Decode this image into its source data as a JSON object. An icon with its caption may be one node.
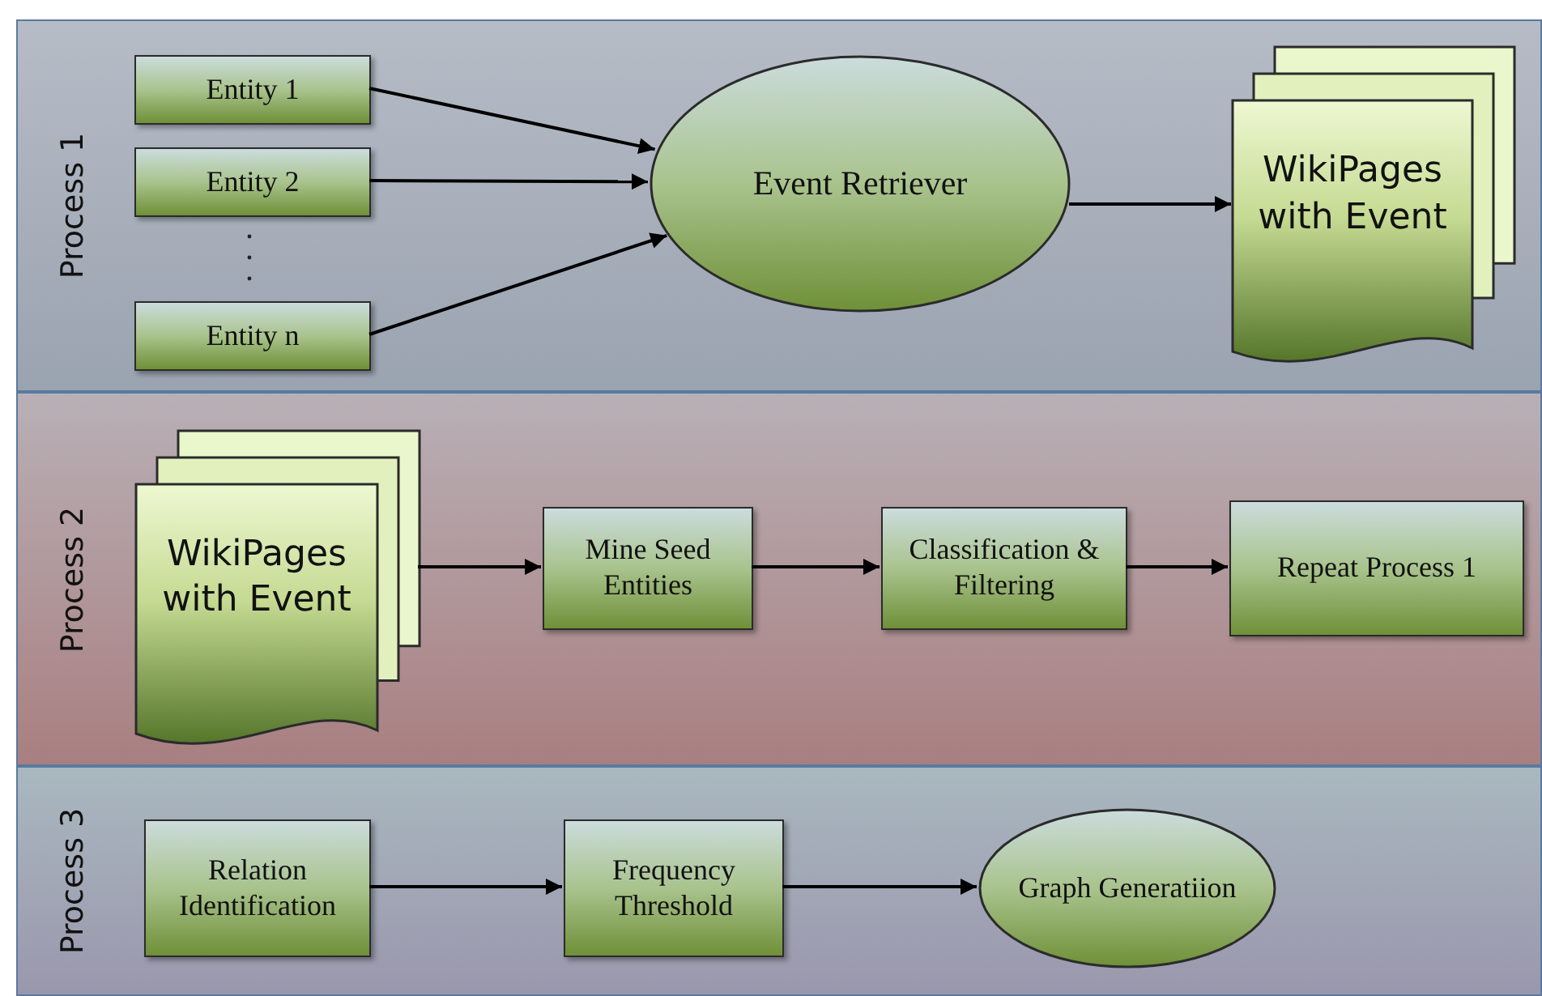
{
  "diagram": {
    "nodes": [
      {
        "text": [
          "Process 1"
        ]
      },
      {
        "text": [
          "Entity 1"
        ],
        "in": 0
      },
      {
        "text": [
          "Entity 2"
        ],
        "in": 0
      },
      {
        "text": [
          "Entity n"
        ],
        "in": 0
      },
      {
        "text": [
          "Event Retriever"
        ],
        "in": 0
      },
      {
        "text": [
          "WikiPages with Event"
        ],
        "in": 0
      },
      {
        "text": [
          "Process 2"
        ]
      },
      {
        "text": [
          "WikiPages with Event"
        ],
        "in": 6
      },
      {
        "text": [
          "Mine Seed Entities"
        ],
        "in": 6
      },
      {
        "text": [
          "Classification & Filtering"
        ],
        "in": 6
      },
      {
        "text": [
          "Repeat Process 1"
        ],
        "in": 6
      },
      {
        "text": [
          "Process 3"
        ]
      },
      {
        "text": [
          "Relation Identification"
        ],
        "in": 11
      },
      {
        "text": [
          "Frequency Threshold"
        ],
        "in": 11
      },
      {
        "text": [
          "Graph Generatiion"
        ],
        "in": 11
      }
    ],
    "edges": [
      {
        "from": 1,
        "to": 4,
        "arrow": "to"
      },
      {
        "from": 2,
        "to": 4,
        "arrow": "to"
      },
      {
        "from": 3,
        "to": 4,
        "arrow": "to"
      },
      {
        "from": 4,
        "to": 5,
        "arrow": "to"
      },
      {
        "from": 7,
        "to": 8,
        "arrow": "to"
      },
      {
        "from": 8,
        "to": 9,
        "arrow": "to"
      },
      {
        "from": 9,
        "to": 10,
        "arrow": "to"
      },
      {
        "from": 12,
        "to": 13,
        "arrow": "to"
      },
      {
        "from": 13,
        "to": 14,
        "arrow": "to"
      }
    ]
  }
}
